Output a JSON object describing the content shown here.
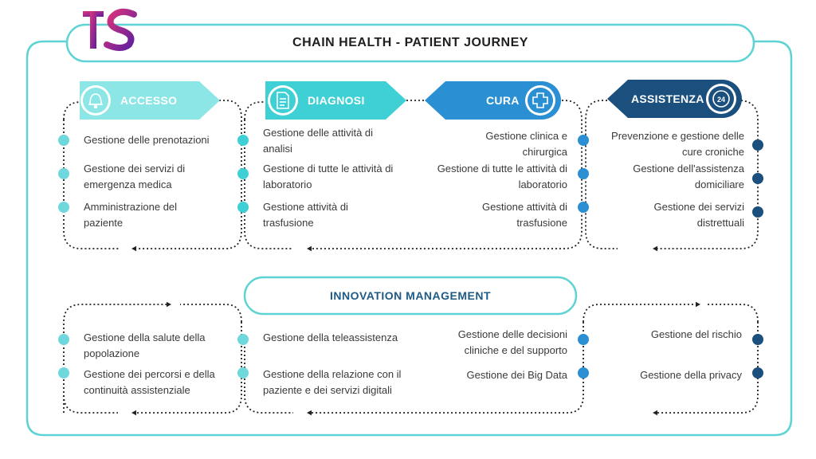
{
  "logo": {
    "text": "TS"
  },
  "header": {
    "title": "CHAIN HEALTH - PATIENT JOURNEY"
  },
  "phases": [
    {
      "label": "ACCESSO",
      "icon": "bell-icon",
      "color": "#8de6e6"
    },
    {
      "label": "DIAGNOSI",
      "icon": "document-icon",
      "color": "#3fd0d6"
    },
    {
      "label": "CURA",
      "icon": "medical-cross-icon",
      "color": "#2a8fd3"
    },
    {
      "label": "ASSISTENZA",
      "icon": "24h-support-icon",
      "color": "#1a4f7e"
    }
  ],
  "items": {
    "accesso": [
      "Gestione delle prenotazioni",
      "Gestione dei servizi di emergenza medica",
      "Amministrazione del paziente"
    ],
    "diagnosi": [
      "Gestione delle attività di analisi",
      "Gestione di tutte le attività di laboratorio",
      "Gestione attività di trasfusione"
    ],
    "cura": [
      "Gestione clinica e chirurgica",
      "Gestione di tutte le attività di laboratorio",
      "Gestione attività di trasfusione"
    ],
    "assistenza": [
      "Prevenzione e gestione delle cure croniche",
      "Gestione dell'assistenza domiciliare",
      "Gestione dei servizi distrettuali"
    ]
  },
  "innovation": {
    "title": "INNOVATION MANAGEMENT",
    "col1": [
      "Gestione della salute della popolazione",
      "Gestione dei percorsi e della continuità assistenziale"
    ],
    "col2": [
      "Gestione della teleassistenza",
      "Gestione della relazione con il paziente e dei servizi digitali"
    ],
    "col3": [
      "Gestione delle decisioni cliniche e del supporto",
      "Gestione dei Big Data"
    ],
    "col4": [
      "Gestione del rischio",
      "Gestione della privacy"
    ]
  },
  "colors": {
    "frame": "#5fd3d3",
    "dark_dot": "#1a4f7e",
    "mid_dot": "#2a8fd3",
    "light_dot": "#6ed8dc",
    "logo_start": "#e0337a",
    "logo_end": "#5a1fa0"
  }
}
